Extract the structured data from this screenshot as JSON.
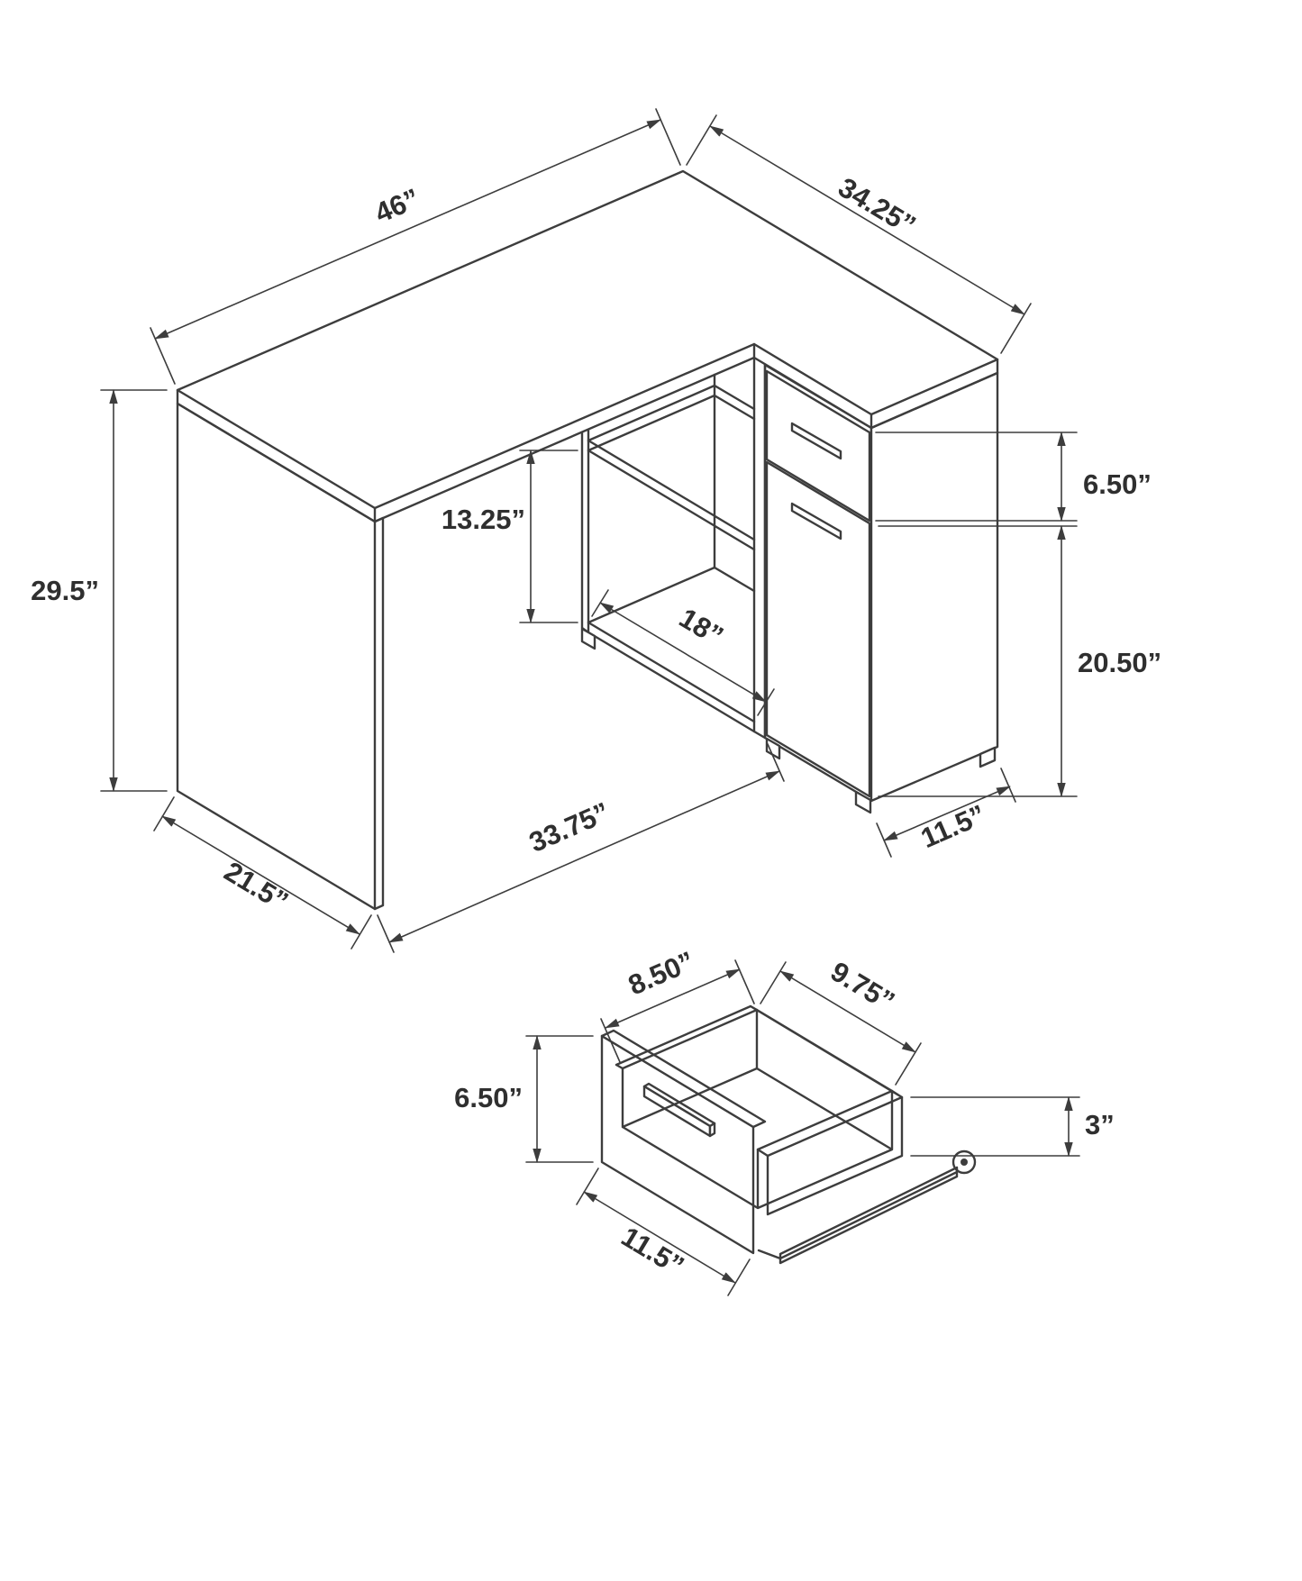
{
  "colors": {
    "line": "#3d3d3d",
    "label": "#2f2f2f",
    "background": "#ffffff"
  },
  "diagram": {
    "type": "furniture-dimension-drawing",
    "views": {
      "desk": {
        "name": "corner-desk-overview",
        "dimensions": {
          "top_length": "46”",
          "return_depth": "34.25”",
          "overall_height": "29.5”",
          "shelf_opening_height": "13.25”",
          "drawer_face_height": "6.50”",
          "door_height": "20.50”",
          "shelf_depth": "18”",
          "front_span": "33.75”",
          "side_depth": "21.5”",
          "cabinet_depth": "11.5”"
        }
      },
      "drawer": {
        "name": "drawer-detail",
        "dimensions": {
          "interior_depth": "8.50”",
          "interior_width": "9.75”",
          "front_height": "6.50”",
          "box_side_height": "3”",
          "front_width": "11.5”"
        }
      }
    }
  }
}
